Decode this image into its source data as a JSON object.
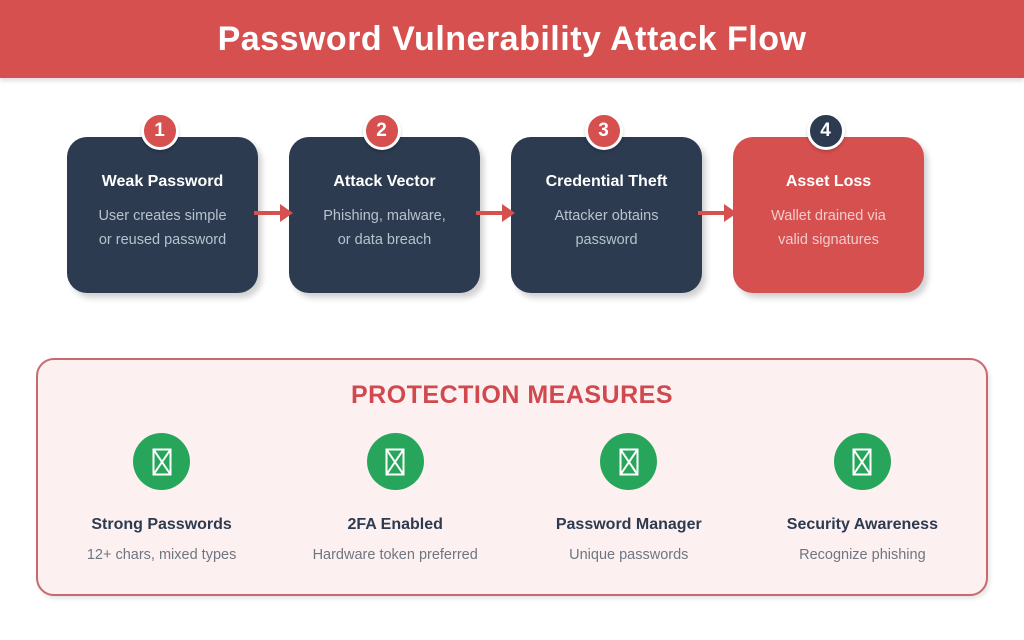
{
  "header": {
    "title": "Password Vulnerability Attack Flow"
  },
  "flow": {
    "steps": [
      {
        "number": "1",
        "title": "Weak Password",
        "line1": "User creates simple",
        "line2": "or reused password",
        "variant": "dark"
      },
      {
        "number": "2",
        "title": "Attack Vector",
        "line1": "Phishing, malware,",
        "line2": "or data breach",
        "variant": "dark"
      },
      {
        "number": "3",
        "title": "Credential Theft",
        "line1": "Attacker obtains",
        "line2": "password",
        "variant": "dark"
      },
      {
        "number": "4",
        "title": "Asset Loss",
        "line1": "Wallet drained via",
        "line2": "valid signatures",
        "variant": "red"
      }
    ]
  },
  "protection": {
    "title": "PROTECTION MEASURES",
    "items": [
      {
        "icon": "tofu-missing-glyph",
        "label": "Strong Passwords",
        "description": "12+ chars, mixed types"
      },
      {
        "icon": "tofu-missing-glyph",
        "label": "2FA Enabled",
        "description": "Hardware token preferred"
      },
      {
        "icon": "tofu-missing-glyph",
        "label": "Password Manager",
        "description": "Unique passwords"
      },
      {
        "icon": "tofu-missing-glyph",
        "label": "Security Awareness",
        "description": "Recognize phishing"
      }
    ]
  },
  "colors": {
    "header_red": "#d5504f",
    "card_navy": "#2c3b50",
    "card_red": "#d5504f",
    "arrow_red": "#d5504f",
    "panel_background": "#fdf0f1",
    "panel_border": "#c66a6e",
    "protection_title_red": "#d0494e",
    "icon_green": "#27a65b",
    "card_body_text": "#b9c2cd",
    "muted_text": "#6e7680"
  }
}
